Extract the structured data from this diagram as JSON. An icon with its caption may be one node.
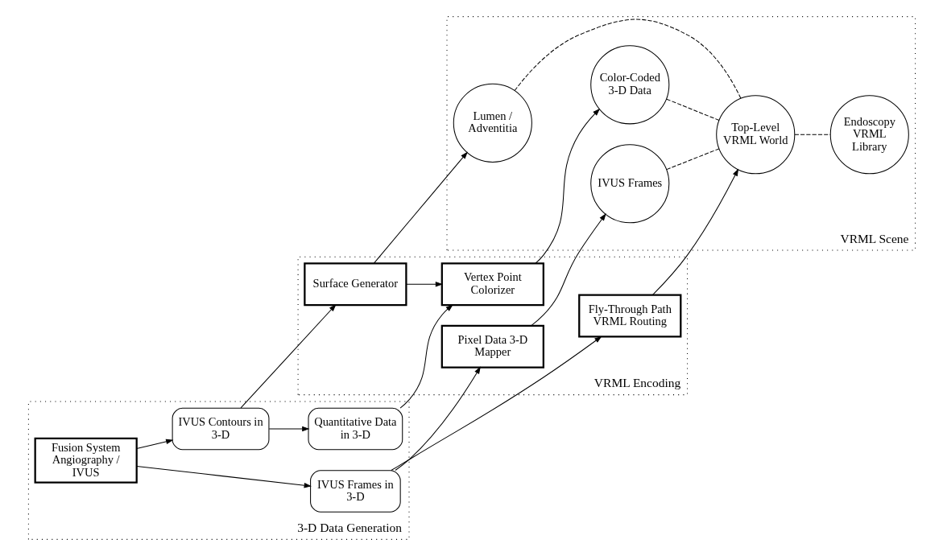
{
  "diagram": {
    "nodes": [
      {
        "text": [
          "3-D Data Generation"
        ]
      },
      {
        "text": [
          "Fusion System Angiography / IVUS"
        ],
        "in": 0
      },
      {
        "text": [
          "IVUS Frames in 3-D"
        ],
        "in": 0
      },
      {
        "text": [
          "IVUS Contours in 3-D"
        ],
        "in": 0
      },
      {
        "text": [
          "Quantitative Data in 3-D"
        ],
        "in": 0
      },
      {
        "text": [
          "VRML Encoding"
        ]
      },
      {
        "text": [
          "Fly-Through Path VRML Routing"
        ],
        "in": 5
      },
      {
        "text": [
          "Pixel Data 3-D Mapper"
        ],
        "in": 5
      },
      {
        "text": [
          "Surface Generator"
        ],
        "in": 5
      },
      {
        "text": [
          "Vertex Point Colorizer"
        ],
        "in": 5
      },
      {
        "text": [
          "VRML Scene"
        ]
      },
      {
        "text": [
          "Top-Level VRML World"
        ],
        "in": 10
      },
      {
        "text": [
          "IVUS Frames"
        ],
        "in": 10
      },
      {
        "text": [
          "Lumen / Adventitia"
        ],
        "in": 10
      },
      {
        "text": [
          "Color-Coded 3-D Data"
        ],
        "in": 10
      },
      {
        "text": [
          "Endoscopy VRML Library"
        ],
        "in": 10
      }
    ],
    "edges": [
      {
        "from": 1,
        "to": 2,
        "arrow": "to"
      },
      {
        "from": 1,
        "to": 3,
        "arrow": "to"
      },
      {
        "from": 2,
        "to": 6,
        "arrow": "to"
      },
      {
        "from": 2,
        "to": 7,
        "arrow": "to"
      },
      {
        "from": 3,
        "to": 8,
        "arrow": "to"
      },
      {
        "from": 3,
        "to": 4,
        "arrow": "to"
      },
      {
        "from": 4,
        "to": 9,
        "arrow": "to"
      },
      {
        "from": 6,
        "to": 11,
        "arrow": "to"
      },
      {
        "from": 7,
        "to": 12,
        "arrow": "to"
      },
      {
        "from": 8,
        "to": 13,
        "arrow": "to"
      },
      {
        "from": 8,
        "to": 9,
        "arrow": "to"
      },
      {
        "from": 9,
        "to": 14,
        "arrow": "to"
      },
      {
        "from": 12,
        "to": 11,
        "arrow": "none",
        "style": "dashed"
      },
      {
        "from": 13,
        "to": 11,
        "arrow": "none",
        "style": "dashed"
      },
      {
        "from": 14,
        "to": 11,
        "arrow": "none",
        "style": "dashed"
      },
      {
        "from": 11,
        "to": 15,
        "arrow": "none",
        "style": "dashed"
      }
    ]
  }
}
